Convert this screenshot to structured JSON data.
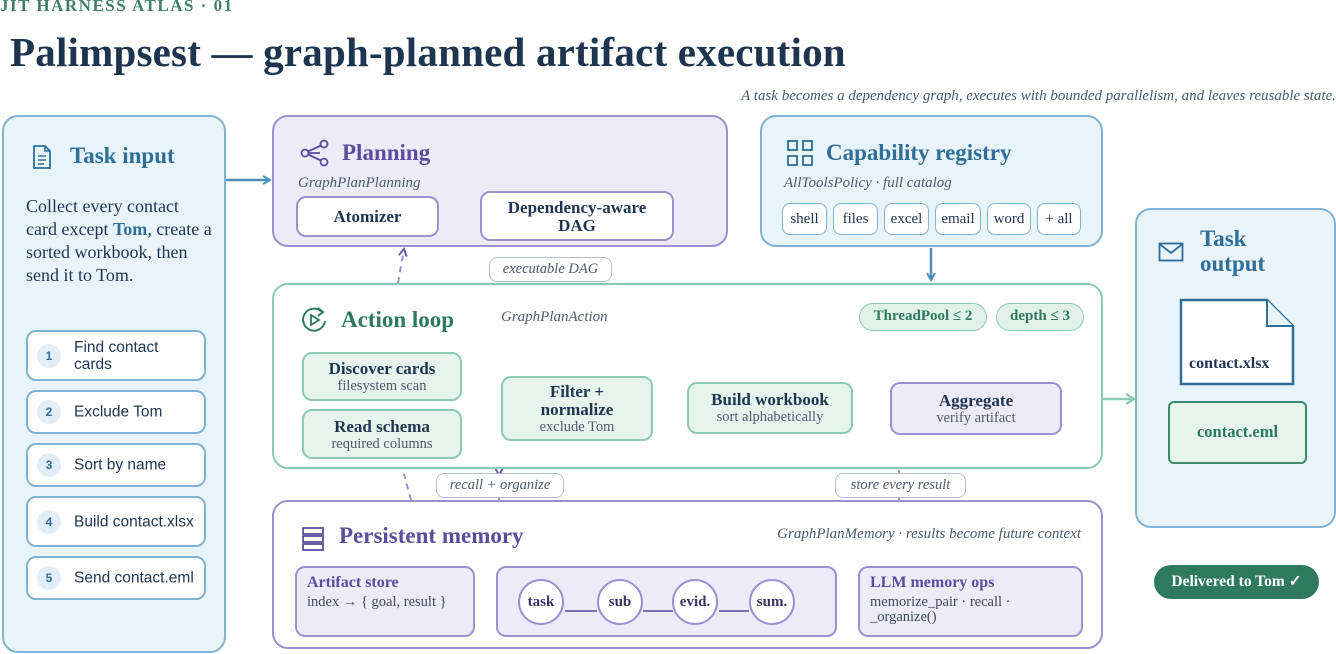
{
  "header": {
    "eyebrow": "JIT HARNESS ATLAS · 01",
    "title": "Palimpsest — graph-planned artifact execution",
    "subtitle": "A task becomes a dependency graph, executes with bounded parallelism, and leaves reusable state."
  },
  "task_input": {
    "title": "Task input",
    "text_before": "Collect every contact card except ",
    "text_highlight": "Tom",
    "text_after": ", create a sorted workbook, then send it to Tom.",
    "steps": [
      {
        "num": "1",
        "label": "Find contact cards"
      },
      {
        "num": "2",
        "label": "Exclude Tom"
      },
      {
        "num": "3",
        "label": "Sort by name"
      },
      {
        "num": "4",
        "label": "Build contact.xlsx"
      },
      {
        "num": "5",
        "label": "Send contact.eml"
      }
    ]
  },
  "planning": {
    "title": "Planning",
    "subtitle": "GraphPlanPlanning",
    "atomizer": "Atomizer",
    "dag": "Dependency-aware DAG",
    "edge_label": "executable DAG"
  },
  "registry": {
    "title": "Capability registry",
    "subtitle": "AllToolsPolicy · full catalog",
    "tools": [
      "shell",
      "files",
      "excel",
      "email",
      "word",
      "+ all"
    ]
  },
  "action_loop": {
    "title": "Action loop",
    "subtitle": "GraphPlanAction",
    "pills": [
      "ThreadPool ≤ 2",
      "depth ≤ 3"
    ],
    "nodes": {
      "discover": {
        "title": "Discover cards",
        "sub": "filesystem scan"
      },
      "schema": {
        "title": "Read schema",
        "sub": "required columns"
      },
      "filter": {
        "title": "Filter + normalize",
        "sub": "exclude Tom"
      },
      "build": {
        "title": "Build workbook",
        "sub": "sort alphabetically"
      },
      "aggregate": {
        "title": "Aggregate",
        "sub": "verify artifact"
      }
    },
    "edge_recall": "recall + organize",
    "edge_store": "store every result"
  },
  "memory": {
    "title": "Persistent memory",
    "subtitle": "GraphPlanMemory · results become future context",
    "artifact_store": {
      "title": "Artifact store",
      "sub": "index → { goal, result }"
    },
    "chain": [
      "task",
      "sub",
      "evid.",
      "sum."
    ],
    "llm_ops": {
      "title": "LLM memory ops",
      "sub": "memorize_pair · recall · _organize()"
    }
  },
  "output": {
    "title": "Task output",
    "file_xlsx": "contact.xlsx",
    "file_eml": "contact.eml",
    "delivered": "Delivered to Tom ✓"
  },
  "colors": {
    "blue": "#7fb2d3",
    "purple": "#9e8fd0",
    "green": "#8ccab1",
    "dark_green": "#2f7a5e",
    "title_navy": "#1e3550"
  },
  "icons": {
    "task_input": "document-icon",
    "planning": "share-graph-icon",
    "registry": "grid-icon",
    "action_loop": "loop-play-icon",
    "memory": "server-stack-icon",
    "output": "envelope-icon"
  }
}
